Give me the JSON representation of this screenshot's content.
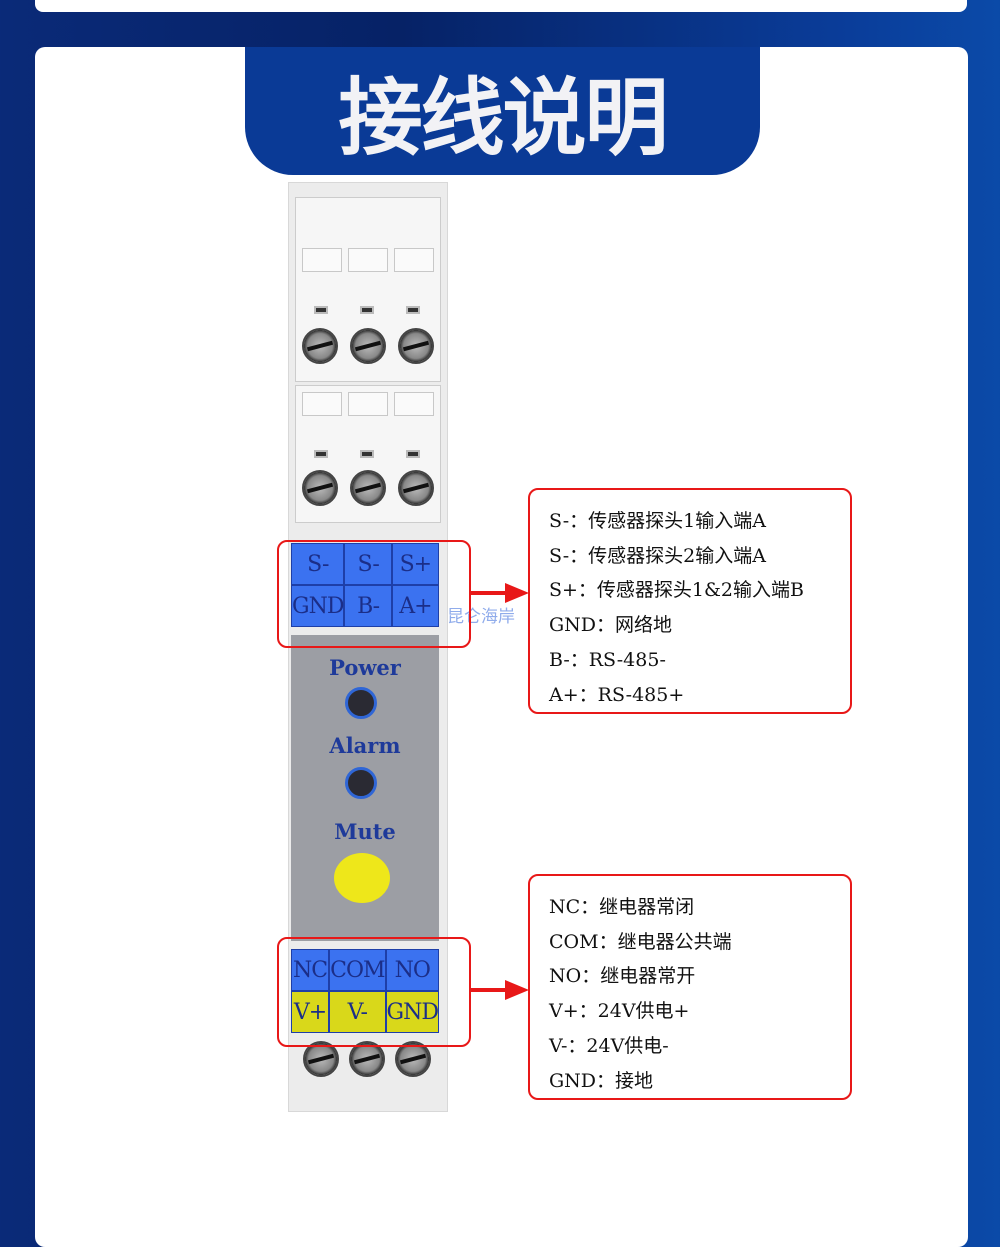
{
  "title": "接线说明",
  "watermark": "昆仑海岸",
  "terminals_top": [
    [
      "S-",
      "S-",
      "S+"
    ],
    [
      "GND",
      "B-",
      "A+"
    ]
  ],
  "terminals_bottom": [
    [
      "NC",
      "COM",
      "NO"
    ],
    [
      "V+",
      "V-",
      "GND"
    ]
  ],
  "panel": {
    "power": "Power",
    "alarm": "Alarm",
    "mute": "Mute"
  },
  "info_top": [
    "S-：传感器探头1输入端A",
    "S-：传感器探头2输入端A",
    "S+：传感器探头1&2输入端B",
    "GND：网络地",
    "B-：RS-485-",
    "A+：RS-485+"
  ],
  "info_bottom": [
    "NC：继电器常闭",
    "COM：继电器公共端",
    "NO：继电器常开",
    "V+：24V供电+",
    "V-：24V供电-",
    "GND：接地"
  ],
  "colors": {
    "brand": "#0a3a96",
    "highlight": "#e81818",
    "terminal_blue": "#3b72f0",
    "terminal_yellow": "#d9d81a"
  }
}
